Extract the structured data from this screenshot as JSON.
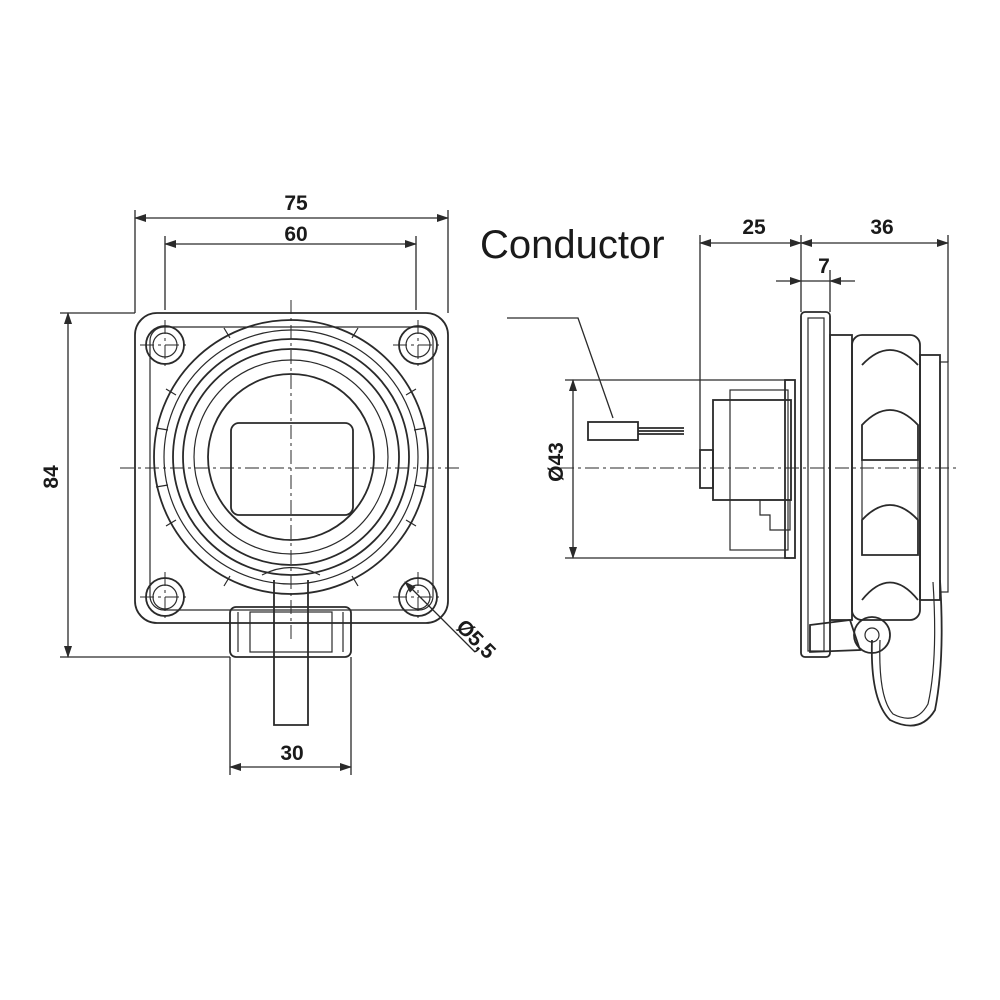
{
  "label": "Conductor",
  "dimensions": {
    "width_outer": "75",
    "width_holes": "60",
    "height": "84",
    "latch_width": "30",
    "hole_diameter": "Ø5,5",
    "body_diameter": "Ø43",
    "depth_rear": "25",
    "depth_front": "36",
    "flange": "7"
  },
  "colors": {
    "line": "#2a2a2a",
    "background": "#ffffff"
  }
}
